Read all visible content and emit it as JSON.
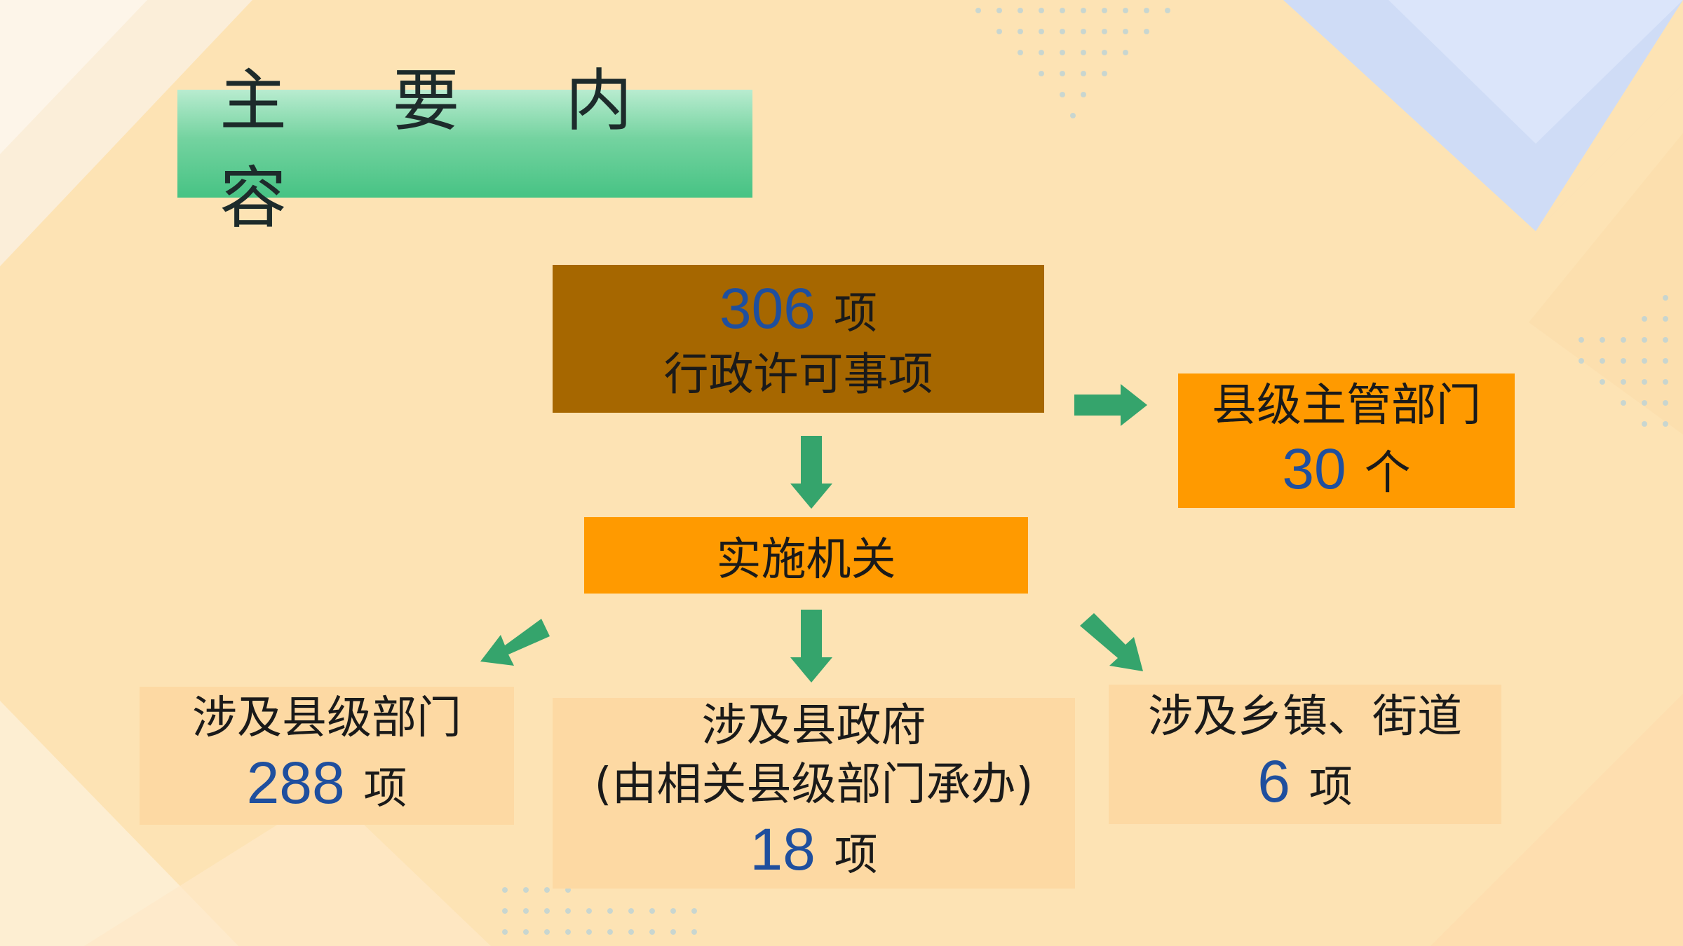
{
  "title": "主 要 内 容",
  "root": {
    "count": "306",
    "unit": "项",
    "label": "行政许可事项"
  },
  "county_dept": {
    "label": "县级主管部门",
    "count": "30",
    "unit": "个"
  },
  "implementer": {
    "label": "实施机关"
  },
  "branches": [
    {
      "label": "涉及县级部门",
      "count": "288",
      "unit": "项"
    },
    {
      "label": "涉及县政府",
      "sublabel": "(由相关县级部门承办)",
      "count": "18",
      "unit": "项"
    },
    {
      "label": "涉及乡镇、街道",
      "count": "6",
      "unit": "项"
    }
  ],
  "colors": {
    "background": "#fde3b4",
    "root_box": "#a66700",
    "orange_box": "#ff9a00",
    "leaf_box": "#fdd9a3",
    "arrow": "#35a46c",
    "number": "#1f4f9e",
    "title_gradient": [
      "#b9ecd0",
      "#47c384"
    ]
  }
}
